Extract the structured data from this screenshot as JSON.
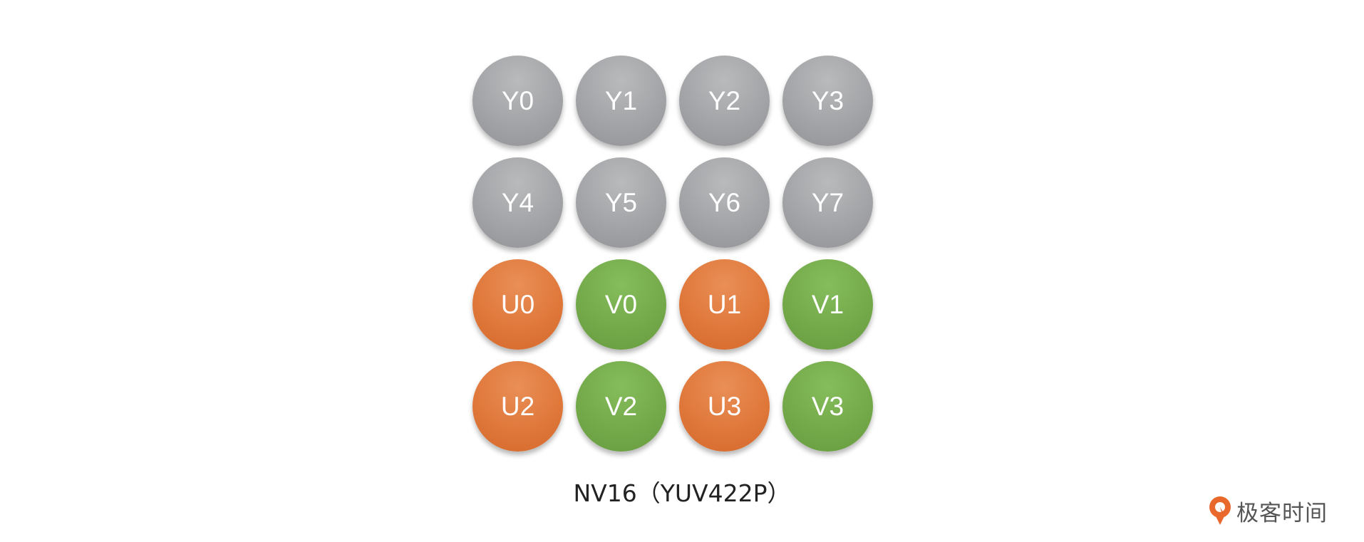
{
  "diagram": {
    "cells": [
      {
        "label": "Y0",
        "type": "y"
      },
      {
        "label": "Y1",
        "type": "y"
      },
      {
        "label": "Y2",
        "type": "y"
      },
      {
        "label": "Y3",
        "type": "y"
      },
      {
        "label": "Y4",
        "type": "y"
      },
      {
        "label": "Y5",
        "type": "y"
      },
      {
        "label": "Y6",
        "type": "y"
      },
      {
        "label": "Y7",
        "type": "y"
      },
      {
        "label": "U0",
        "type": "u"
      },
      {
        "label": "V0",
        "type": "v"
      },
      {
        "label": "U1",
        "type": "u"
      },
      {
        "label": "V1",
        "type": "v"
      },
      {
        "label": "U2",
        "type": "u"
      },
      {
        "label": "V2",
        "type": "v"
      },
      {
        "label": "U3",
        "type": "u"
      },
      {
        "label": "V3",
        "type": "v"
      }
    ],
    "caption": "NV16（YUV422P）"
  },
  "logo": {
    "text": "极客时间",
    "icon": "geektime-logo-icon"
  },
  "colors": {
    "y": "#a3a4a7",
    "u": "#e0783b",
    "v": "#74aa4a",
    "logo_accent": "#e8692b"
  }
}
